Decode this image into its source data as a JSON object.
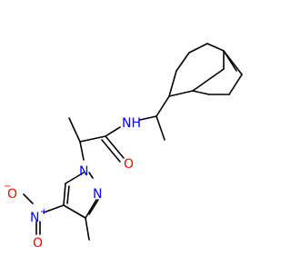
{
  "atoms": {
    "amide_nh": "NH",
    "amide_o": "O",
    "pyrazole_n1": "N",
    "pyrazole_n2": "N",
    "nitro_n": "N",
    "nitro_n_charge": "+",
    "nitro_o_minus": "O",
    "nitro_o_minus_charge": "−",
    "nitro_o": "O"
  },
  "colors": {
    "bond": "#000000",
    "nitrogen": "#0000ff",
    "oxygen": "#ff0000",
    "carbon_text": "#000000"
  }
}
